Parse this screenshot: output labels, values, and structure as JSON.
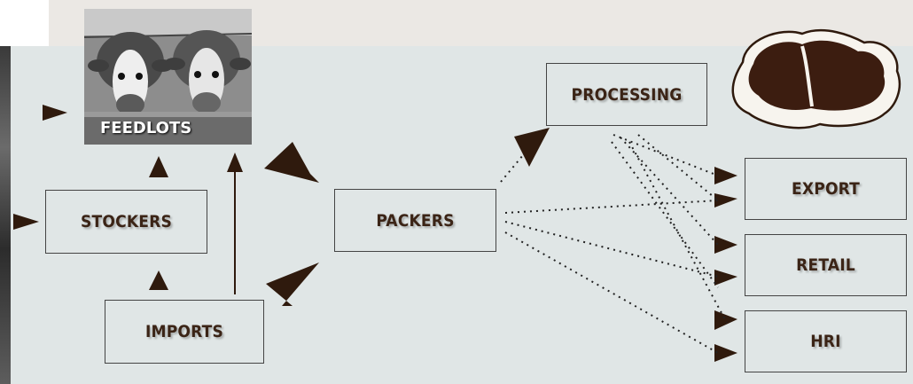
{
  "nodes": {
    "feedlots": "FEEDLOTS",
    "stockers": "STOCKERS",
    "imports": "IMPORTS",
    "packers": "PACKERS",
    "processing": "PROCESSING",
    "export": "EXPORT",
    "retail": "RETAIL",
    "hri": "HRI"
  },
  "colors": {
    "arrow": "#2f1a0d",
    "label": "#3b2416",
    "panel": "#e0e6e6",
    "meat": "#3c1d10"
  },
  "icons": [
    "cattle-photo",
    "steak-icon",
    "arrow-icon"
  ]
}
